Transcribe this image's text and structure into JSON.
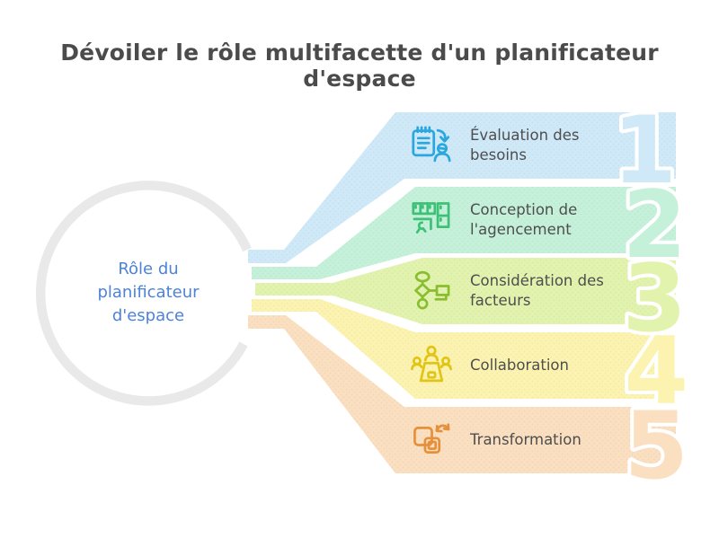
{
  "title": "Dévoiler le rôle multifacette d'un planificateur d'espace",
  "center": {
    "line1": "Rôle du",
    "line2": "planificateur",
    "line3": "d'espace",
    "text_color": "#4d82da",
    "ring_color": "#e9e9e9"
  },
  "steps": [
    {
      "number": "1",
      "label_line1": "Évaluation des",
      "label_line2": "besoins",
      "icon": "clipboard-user-icon",
      "band_color": "#cfe9f8",
      "icon_color": "#2aa7df"
    },
    {
      "number": "2",
      "label_line1": "Conception de",
      "label_line2": "l'agencement",
      "icon": "furniture-layout-icon",
      "band_color": "#c5f1da",
      "icon_color": "#3cc176"
    },
    {
      "number": "3",
      "label_line1": "Considération des",
      "label_line2": "facteurs",
      "icon": "flowchart-icon",
      "band_color": "#e2f3ae",
      "icon_color": "#8abd2f"
    },
    {
      "number": "4",
      "label_line1": "Collaboration",
      "label_line2": "",
      "icon": "meeting-people-icon",
      "band_color": "#fcf3b0",
      "icon_color": "#e2c414"
    },
    {
      "number": "5",
      "label_line1": "Transformation",
      "label_line2": "",
      "icon": "swap-squares-icon",
      "band_color": "#fbdfc1",
      "icon_color": "#e6913a"
    }
  ]
}
